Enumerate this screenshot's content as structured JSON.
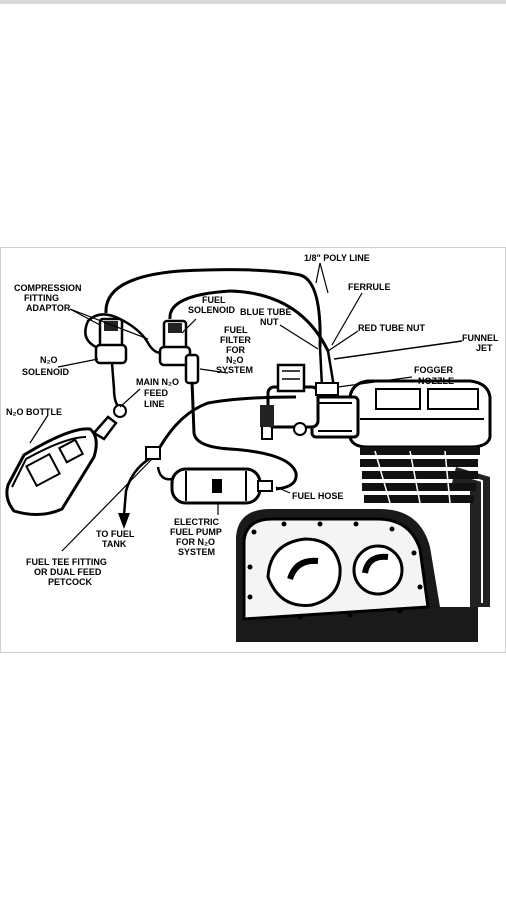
{
  "diagram": {
    "labels": {
      "poly_line": "1/8\" POLY LINE",
      "ferrule": "FERRULE",
      "compression_1": "COMPRESSION",
      "compression_2": "FITTING",
      "compression_3": "ADAPTOR",
      "fuel_solenoid_1": "FUEL",
      "fuel_solenoid_2": "SOLENOID",
      "blue_tube_1": "BLUE TUBE",
      "blue_tube_2": "NUT",
      "red_tube_nut": "RED TUBE NUT",
      "funnel_1": "FUNNEL",
      "funnel_2": "JET",
      "fuel_filter_1": "FUEL",
      "fuel_filter_2": "FILTER",
      "fuel_filter_3": "FOR",
      "fuel_filter_4": "N₂O",
      "fuel_filter_5": "SYSTEM",
      "n2o_solenoid_1": "N₂O",
      "n2o_solenoid_2": "SOLENOID",
      "fogger_1": "FOGGER",
      "fogger_2": "NOZZLE",
      "main_feed_1": "MAIN N₂O",
      "main_feed_2": "FEED",
      "main_feed_3": "LINE",
      "n2o_bottle": "N₂O BOTTLE",
      "fuel_hose": "FUEL HOSE",
      "to_fuel_tank_1": "TO FUEL",
      "to_fuel_tank_2": "TANK",
      "electric_pump_1": "ELECTRIC",
      "electric_pump_2": "FUEL PUMP",
      "electric_pump_3": "FOR N₂O",
      "electric_pump_4": "SYSTEM",
      "tee_1": "FUEL TEE FITTING",
      "tee_2": "OR DUAL FEED",
      "tee_3": "PETCOCK"
    }
  }
}
